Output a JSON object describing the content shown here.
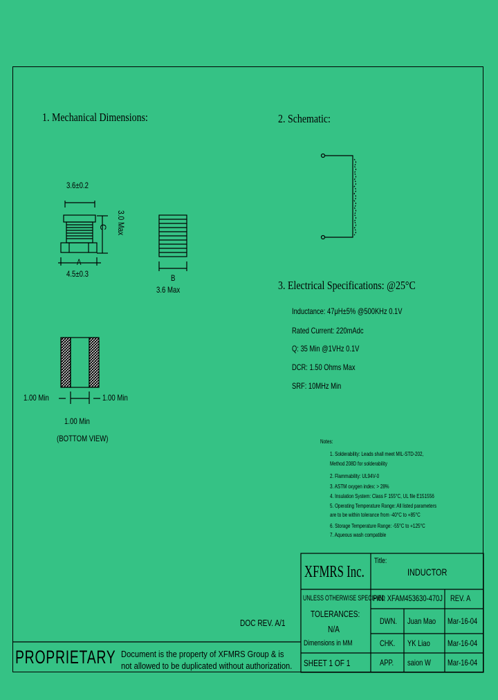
{
  "sections": {
    "mechanical": "1. Mechanical Dimensions:",
    "schematic": "2. Schematic:",
    "electrical": "3. Electrical Specifications: @25°C"
  },
  "dimensions": {
    "top_width": "3.6±0.2",
    "height_c": "C",
    "height_max": "3.0 Max",
    "label_a": "A",
    "base_width": "4.5±0.3",
    "label_b": "B",
    "side_width": "3.6 Max",
    "pad_left": "1.00 Min",
    "pad_right": "1.00 Min",
    "pad_gap": "1.00 Min",
    "bottom_view": "(BOTTOM VIEW)"
  },
  "specs": [
    "Inductance: 47μH±5% @500KHz 0.1V",
    "Rated Current: 220mAdc",
    "Q: 35 Min @1VHz 0.1V",
    "DCR: 1.50 Ohms Max",
    "SRF: 10MHz Min"
  ],
  "notes": {
    "heading": "Notes:",
    "lines": [
      "1. Solderability: Leads shall meet MIL-STD-202,",
      "    Method 208D for solderability",
      "2. Flammability: UL94V-0",
      "3. ASTM oxygen index: > 28%",
      "4. Insulation System: Class F 155°C, UL file E151556",
      "5. Operating Temperature Range: All listed parameters",
      "    are to be within tolerance from -40°C to +85°C",
      "6. Storage Temperature Range: -55°C to +125°C",
      "7. Aqueous wash compatible"
    ]
  },
  "title_block": {
    "company": "XFMRS Inc.",
    "title_label": "Title:",
    "title": "INDUCTOR",
    "unless": "UNLESS OTHERWISE SPECIFIED",
    "tolerances": "TOLERANCES:",
    "tolerance_value": "N/A",
    "dimensions_unit": "Dimensions in MM",
    "pn": "P/N: XFAM453630-470J",
    "rev": "REV. A",
    "dwn_label": "DWN.",
    "dwn_name": "Juan Mao",
    "dwn_date": "Mar-16-04",
    "chk_label": "CHK.",
    "chk_name": "YK Liao",
    "chk_date": "Mar-16-04",
    "app_label": "APP.",
    "app_name": "saion W",
    "app_date": "Mar-16-04",
    "sheet": "SHEET  1  OF  1",
    "doc_rev": "DOC REV. A/1",
    "proprietary": "PROPRIETARY",
    "prop_line1": "Document is the property of XFMRS Group & is",
    "prop_line2": "not allowed to be duplicated without authorization."
  },
  "colors": {
    "background": "#35c285",
    "ink": "#000000"
  }
}
